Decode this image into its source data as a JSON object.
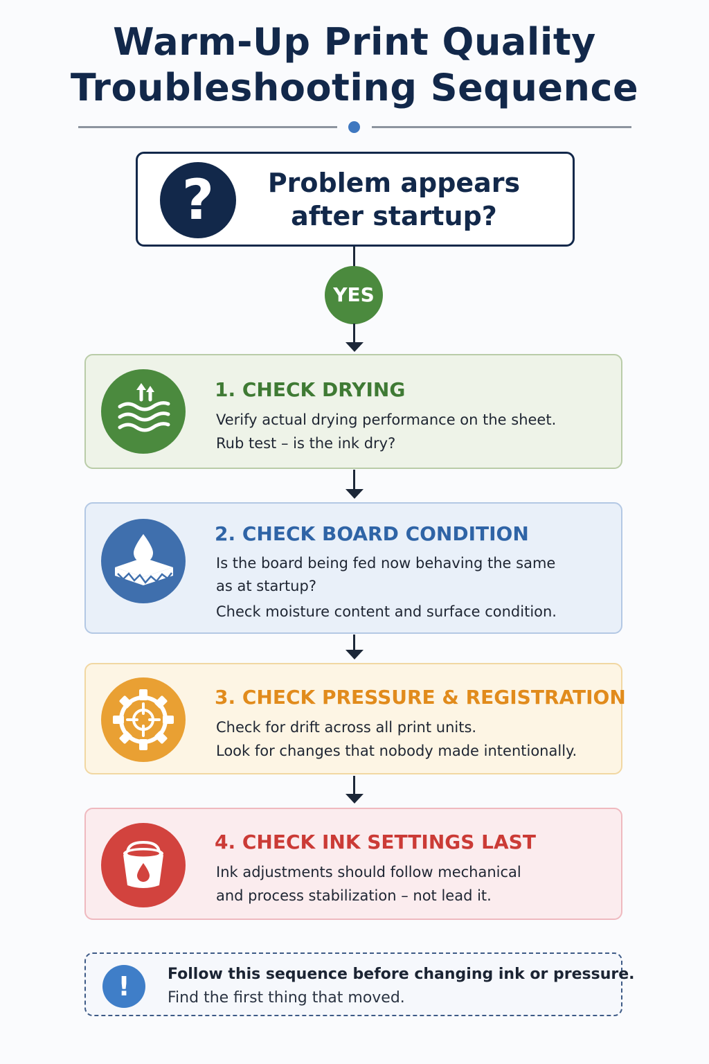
{
  "title": {
    "line1": "Warm-Up Print Quality",
    "line2": "Troubleshooting Sequence"
  },
  "question": {
    "icon": "question-mark-icon",
    "line1": "Problem appears",
    "line2": "after startup?"
  },
  "decision": {
    "label": "YES",
    "color": "#4b8a3e"
  },
  "steps": [
    {
      "title": "1. CHECK DRYING",
      "icon": "drying-heat-waves-icon",
      "color": "#4b8a3e",
      "lines": [
        "Verify actual drying performance on the sheet.",
        "Rub test – is the ink dry?"
      ]
    },
    {
      "title": "2. CHECK BOARD CONDITION",
      "icon": "board-moisture-drop-icon",
      "color": "#2f64a6",
      "lines": [
        "Is the board being fed now behaving the same",
        "as at startup?",
        "Check moisture content and surface condition."
      ]
    },
    {
      "title": "3. CHECK PRESSURE & REGISTRATION",
      "icon": "gear-crosshair-icon",
      "color": "#e18b1c",
      "lines": [
        "Check for drift across all print units.",
        "Look for changes that nobody made intentionally."
      ]
    },
    {
      "title": "4. CHECK INK SETTINGS LAST",
      "icon": "ink-bucket-icon",
      "color": "#cb3b36",
      "lines": [
        "Ink adjustments should follow mechanical",
        "and process stabilization – not lead it."
      ]
    }
  ],
  "note": {
    "icon": "exclamation-icon",
    "strong": "Follow this sequence before changing ink or pressure.",
    "sub": "Find the first thing that moved."
  }
}
